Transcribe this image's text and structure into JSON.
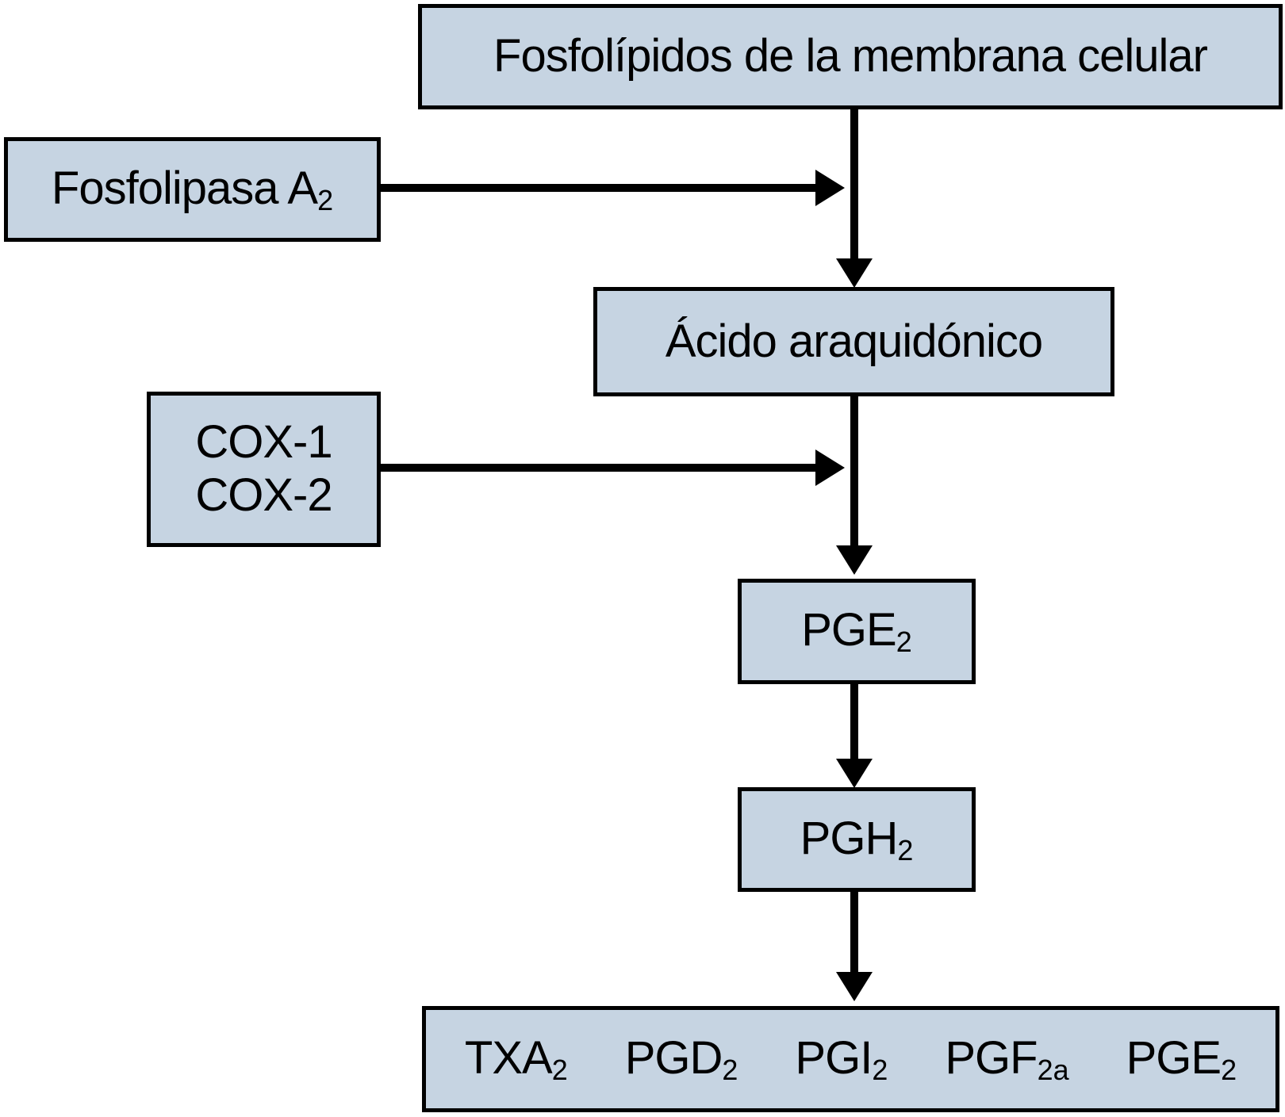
{
  "diagram": {
    "title_semantic": "Via de sintesis de prostaglandinas",
    "colors": {
      "background": "#ffffff",
      "box_fill": "#c6d4e2",
      "box_border": "#000000",
      "arrow_color": "#000000",
      "text_color": "#000000"
    },
    "nodes": {
      "membrane": {
        "label": "Fosfolípidos de la membrana celular"
      },
      "fosfolipasa": {
        "label": "Fosfolipasa A",
        "sub": "2"
      },
      "acido": {
        "label": "Ácido araquidónico"
      },
      "cox": {
        "line1": "COX-1",
        "line2": "COX-2"
      },
      "pge2": {
        "label": "PGE",
        "sub": "2"
      },
      "pgh2": {
        "label": "PGH",
        "sub": "2"
      },
      "products": {
        "items": [
          {
            "main": "TXA",
            "sub": "2"
          },
          {
            "main": "PGD",
            "sub": "2"
          },
          {
            "main": "PGI",
            "sub": "2"
          },
          {
            "main": "PGF",
            "sub": "2a"
          },
          {
            "main": "PGE",
            "sub": "2"
          }
        ]
      }
    },
    "arrows": [
      "membrane-to-acido",
      "fosfolipasa-to-main-axis",
      "acido-to-pge2",
      "cox-to-main-axis",
      "pge2-to-pgh2",
      "pgh2-to-products"
    ]
  }
}
